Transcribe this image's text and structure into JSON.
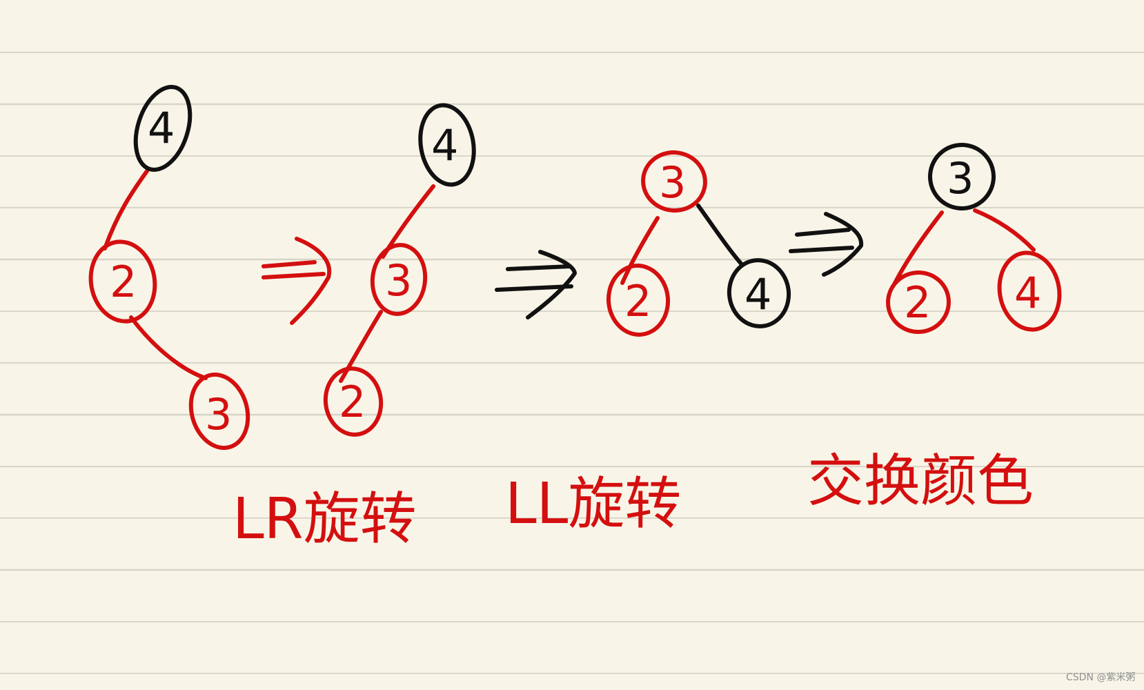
{
  "diagram": {
    "colors": {
      "black": "#111111",
      "red": "#d40f0f",
      "paper": "#f8f5e8",
      "line": "#d7d4c8"
    },
    "stage1": {
      "node4": "4",
      "node2": "2",
      "node3": "3"
    },
    "stage2": {
      "node4": "4",
      "node3": "3",
      "node2": "2"
    },
    "stage3": {
      "node3": "3",
      "node2": "2",
      "node4": "4"
    },
    "stage4": {
      "node3": "3",
      "node2": "2",
      "node4": "4"
    },
    "captions": {
      "lr_rotation": "LR旋转",
      "ll_rotation": "LL旋转",
      "swap_color": "交换颜色"
    },
    "watermark": "CSDN @紫米粥"
  }
}
